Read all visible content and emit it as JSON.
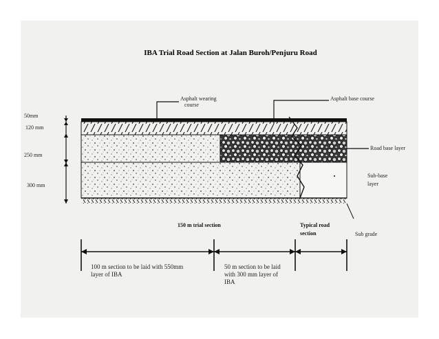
{
  "diagram": {
    "title": "IBA Trial Road Section at Jalan Buroh/Penjuru Road",
    "callouts": {
      "wearing_course": [
        "Asphalt wearing",
        "course"
      ],
      "base_course": "Asphalt base course",
      "road_base": "Road base layer",
      "sub_base": [
        "Sub-base",
        "layer"
      ],
      "sub_grade": "Sub grade"
    },
    "thicknesses": {
      "wearing": "50mm",
      "base_course": "120 mm",
      "road_base": "250 mm",
      "sub_base": "300 mm"
    },
    "section_labels": {
      "trial": "150 m trial section",
      "typical": [
        "Typical road",
        "section"
      ]
    },
    "notes": {
      "left": [
        "100 m section to be laid with 550mm",
        "layer of IBA"
      ],
      "right": [
        "50 m section to be laid",
        "with 300 mm layer of",
        "IBA"
      ]
    }
  }
}
